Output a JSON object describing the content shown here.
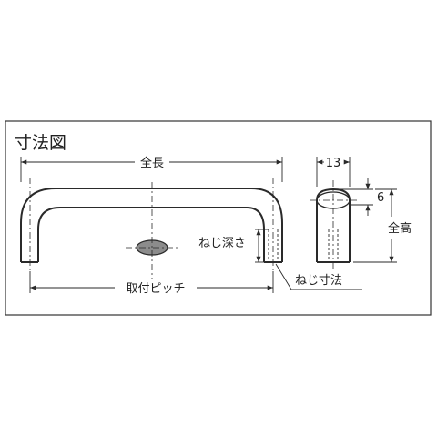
{
  "title": "寸法図",
  "labels": {
    "overall_length": "全長",
    "thread_depth": "ねじ深さ",
    "mounting_pitch": "取付ピッチ",
    "thread_size": "ねじ寸法",
    "width_value": "13",
    "end_value": "6",
    "overall_height": "全高"
  },
  "colors": {
    "line": "#2a2a2a",
    "hole_fill": "#8c8c8c",
    "frame": "#333333"
  }
}
